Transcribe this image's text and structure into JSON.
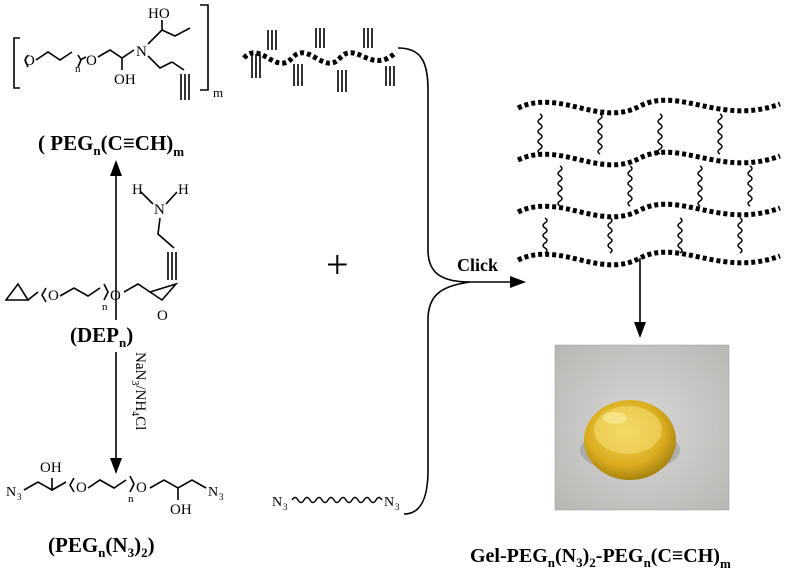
{
  "labels": {
    "alkyne_polymer": "( PEG",
    "alkyne_polymer_sub": "n",
    "alkyne_polymer_mid": "(C≡CH)",
    "alkyne_polymer_m": "m",
    "dep": "(DEP",
    "dep_sub": "n",
    "dep_close": ")",
    "azide_polymer": "(PEG",
    "azide_polymer_sub": "n",
    "azide_polymer_mid": "(N",
    "azide_polymer_3": "3",
    "azide_polymer_close": ")",
    "azide_polymer_2": "2",
    "azide_polymer_end": ")",
    "gel_product": "Gel-PEG",
    "gel_product_n1": "n",
    "gel_product_a": "(N",
    "gel_product_3": "3",
    "gel_product_b": ")",
    "gel_product_2": "2",
    "gel_product_c": "-PEG",
    "gel_product_n2": "n",
    "gel_product_d": "(C≡CH)",
    "gel_product_m": "m",
    "click": "Click",
    "plus": "+",
    "reagent": "NaN",
    "reagent_3": "3",
    "reagent_b": "/NH",
    "reagent_4": "4",
    "reagent_c": "Cl"
  },
  "atoms": {
    "ho": "HO",
    "oh": "OH",
    "o": "O",
    "n": "N",
    "h": "H",
    "n_sub": "n",
    "m_sub": "m",
    "n3": "N",
    "n3_sub": "3"
  },
  "photo": {
    "background": "#c9c8c6",
    "gel_color": "#e8c22a"
  }
}
